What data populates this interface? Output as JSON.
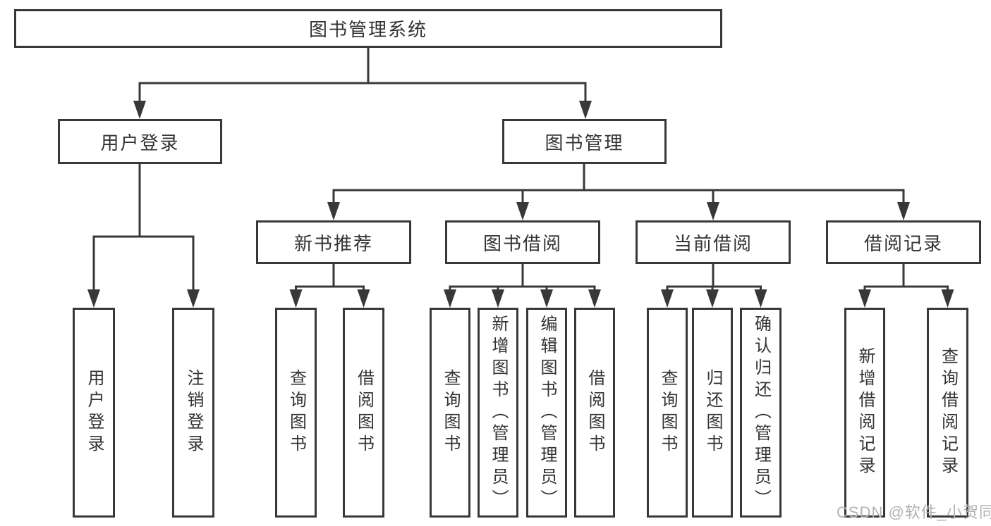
{
  "diagram_title": "图书管理系统",
  "tree": {
    "label": "图书管理系统",
    "children": [
      {
        "label": "用户登录",
        "children": [
          {
            "label": "用户登录"
          },
          {
            "label": "注销登录"
          }
        ]
      },
      {
        "label": "图书管理",
        "children": [
          {
            "label": "新书推荐",
            "children": [
              {
                "label": "查询图书"
              },
              {
                "label": "借阅图书"
              }
            ]
          },
          {
            "label": "图书借阅",
            "children": [
              {
                "label": "查询图书"
              },
              {
                "label": "新增图书（管理员）"
              },
              {
                "label": "编辑图书（管理员）"
              },
              {
                "label": "借阅图书"
              }
            ]
          },
          {
            "label": "当前借阅",
            "children": [
              {
                "label": "查询图书"
              },
              {
                "label": "归还图书"
              },
              {
                "label": "确认归还（管理员）"
              }
            ]
          },
          {
            "label": "借阅记录",
            "children": [
              {
                "label": "新增借阅记录"
              },
              {
                "label": "查询借阅记录"
              }
            ]
          }
        ]
      }
    ]
  },
  "watermark": {
    "text": "CSDN @软件_小贺同学"
  },
  "colors": {
    "line": "#383838",
    "text": "#333333",
    "watermark": "#b2b2b2",
    "background": "#ffffff"
  }
}
